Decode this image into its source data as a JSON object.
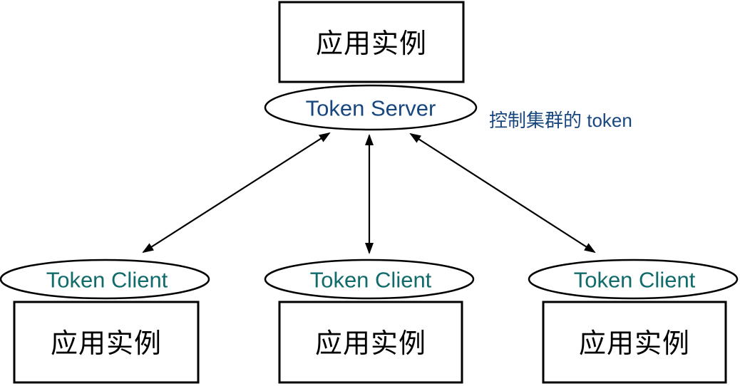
{
  "colors": {
    "background": "#ffffff",
    "shape_stroke": "#000000",
    "shape_fill": "#ffffff",
    "server_label": "#17477E",
    "client_label": "#116B6B",
    "annotation": "#17477E",
    "box_label": "#000000"
  },
  "server": {
    "box_label": "应用实例",
    "ellipse_label": "Token Server",
    "annotation": "控制集群的 token"
  },
  "clients": [
    {
      "ellipse_label": "Token Client",
      "box_label": "应用实例"
    },
    {
      "ellipse_label": "Token Client",
      "box_label": "应用实例"
    },
    {
      "ellipse_label": "Token Client",
      "box_label": "应用实例"
    }
  ]
}
